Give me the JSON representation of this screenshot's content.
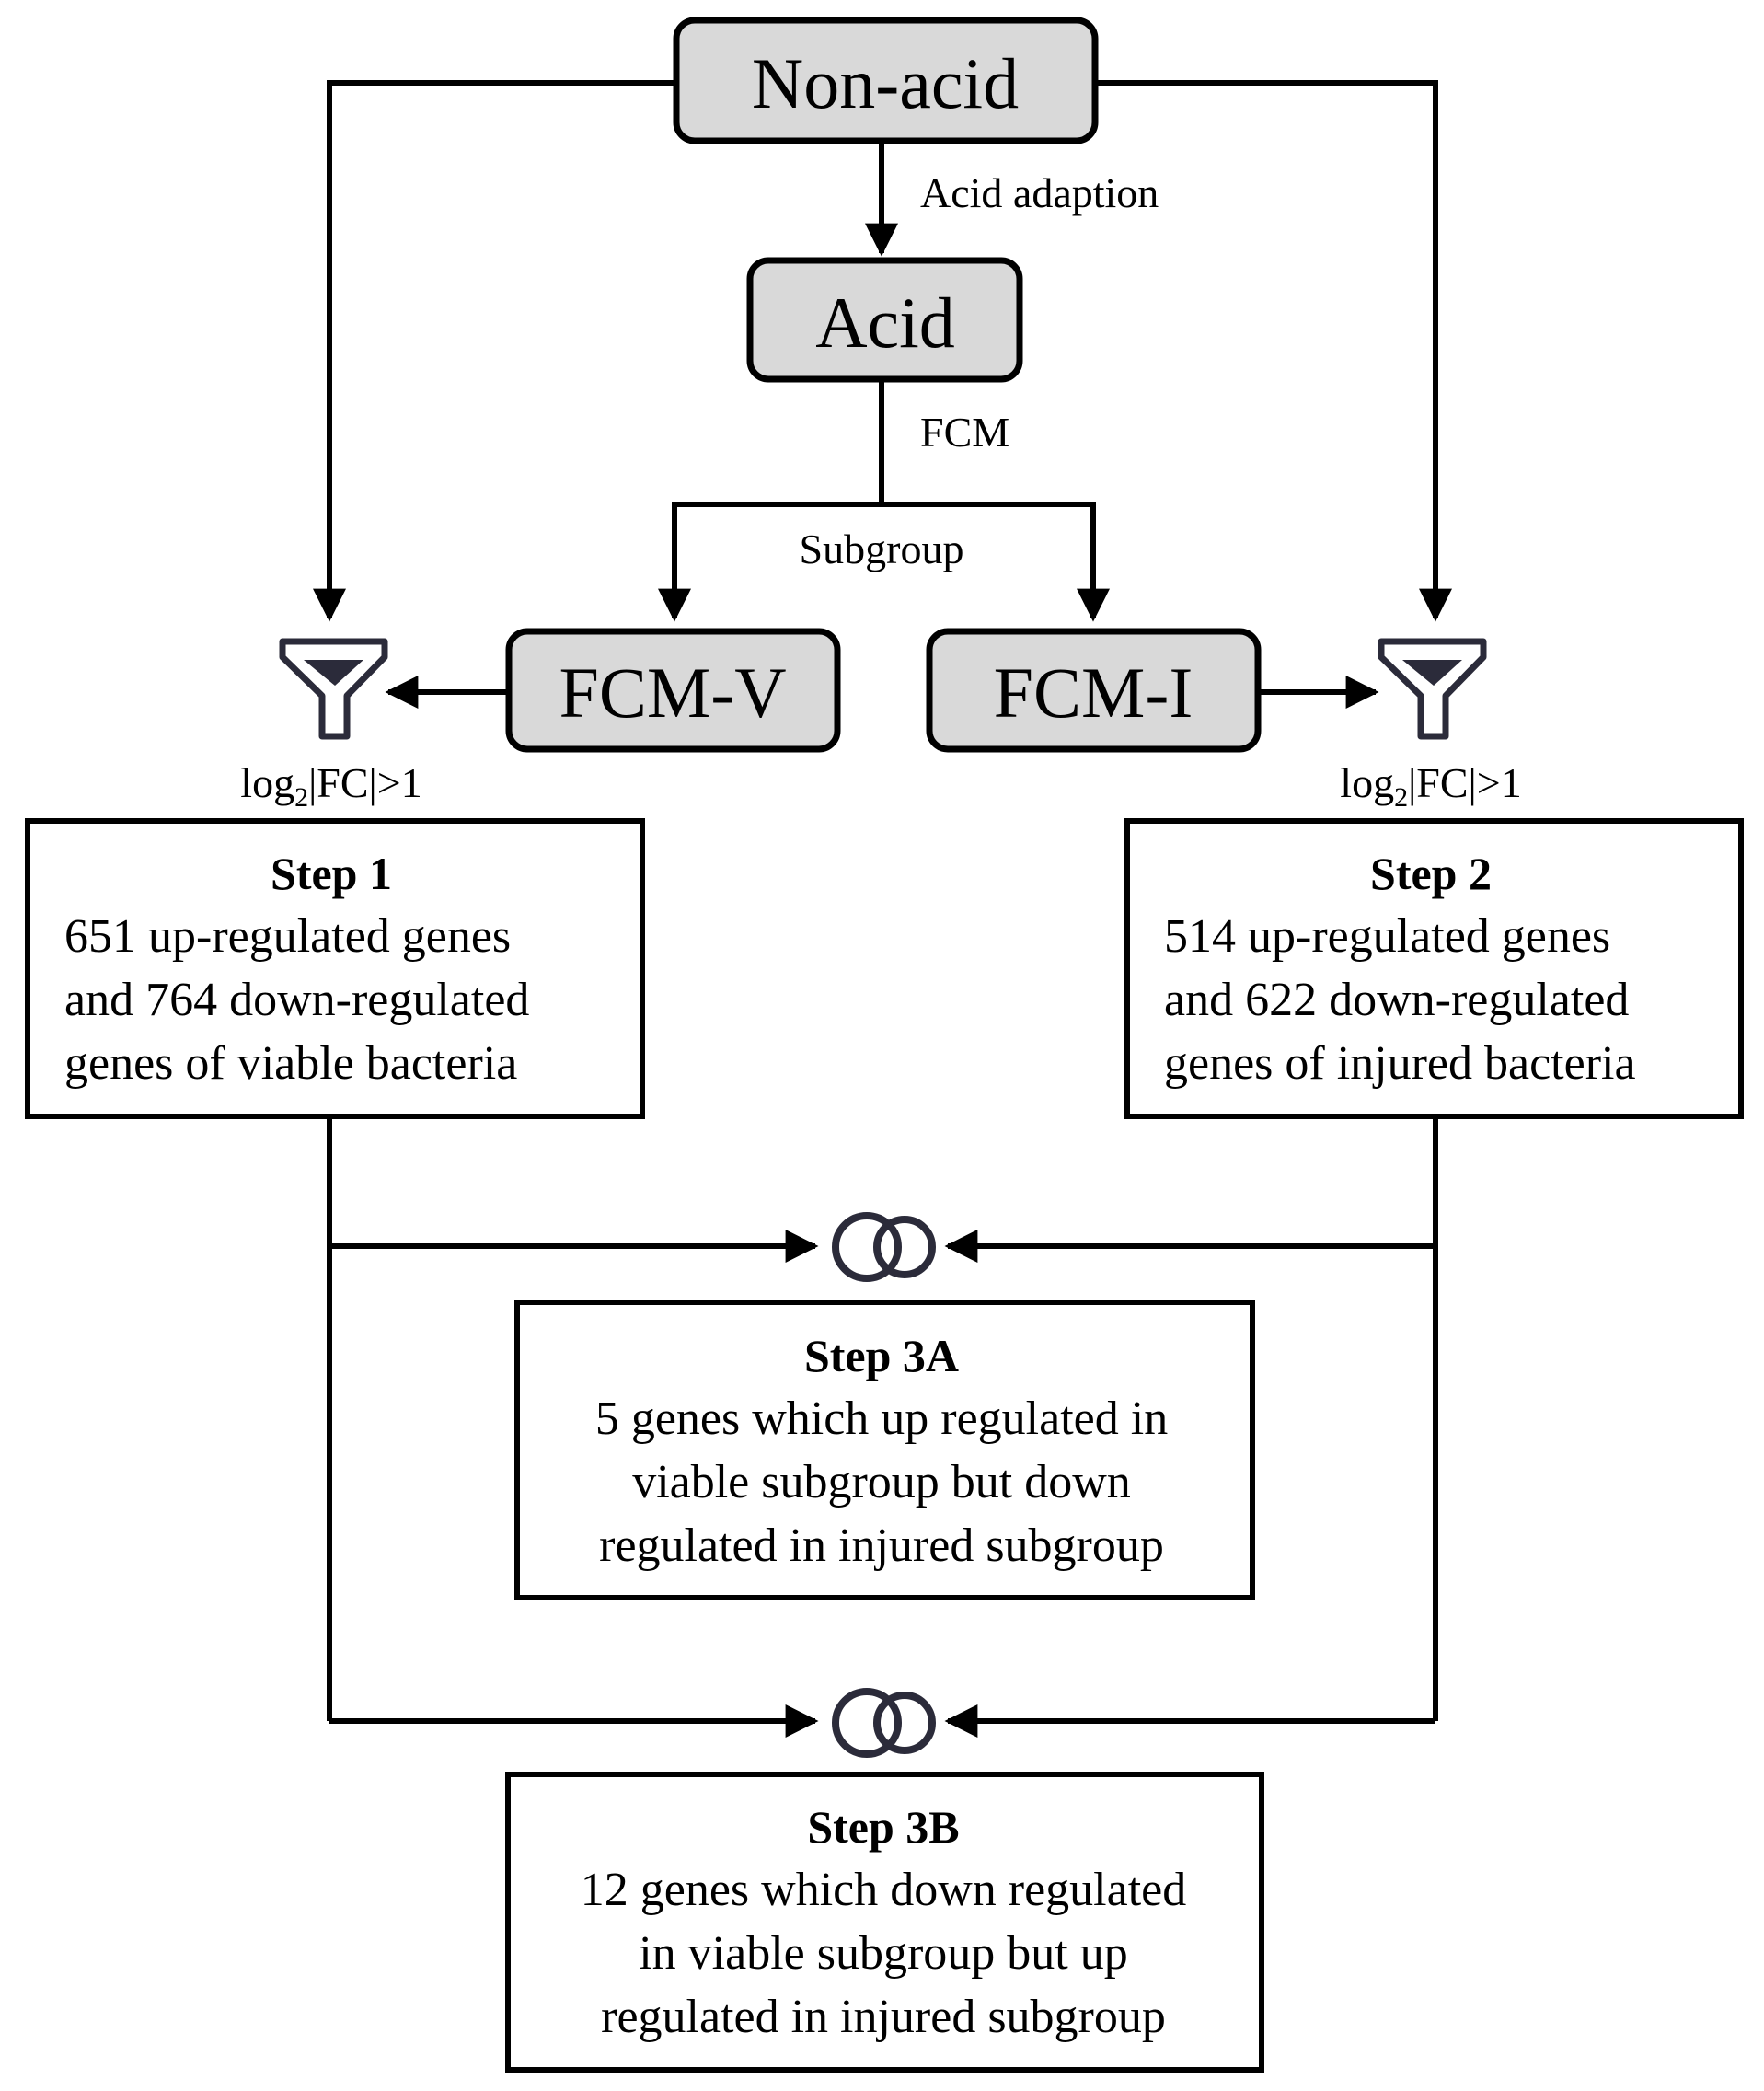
{
  "nodes": {
    "non_acid": "Non-acid",
    "acid": "Acid",
    "fcm_v": "FCM-V",
    "fcm_i": "FCM-I"
  },
  "edge_labels": {
    "acid_adaption": "Acid adaption",
    "fcm": "FCM",
    "subgroup": "Subgroup"
  },
  "filters": {
    "left": {
      "log_prefix": "log",
      "subscript": "2",
      "suffix": "|FC|>1"
    },
    "right": {
      "log_prefix": "log",
      "subscript": "2",
      "suffix": "|FC|>1"
    }
  },
  "steps": {
    "step1": {
      "title": "Step 1",
      "lines": [
        "651 up-regulated genes",
        "and 764 down-regulated",
        "genes of viable bacteria"
      ]
    },
    "step2": {
      "title": "Step 2",
      "lines": [
        "514 up-regulated genes",
        "and 622 down-regulated",
        "genes of injured bacteria"
      ]
    },
    "step3a": {
      "title": "Step 3A",
      "lines": [
        "5 genes which up regulated in",
        "viable subgroup but down",
        "regulated in injured subgroup"
      ]
    },
    "step3b": {
      "title": "Step 3B",
      "lines": [
        "12 genes which down regulated",
        "in viable subgroup but up",
        "regulated in injured subgroup"
      ]
    }
  },
  "colors": {
    "node_fill": "#d9d9d9",
    "stroke": "#000000",
    "icon": "#2b2b3a"
  }
}
